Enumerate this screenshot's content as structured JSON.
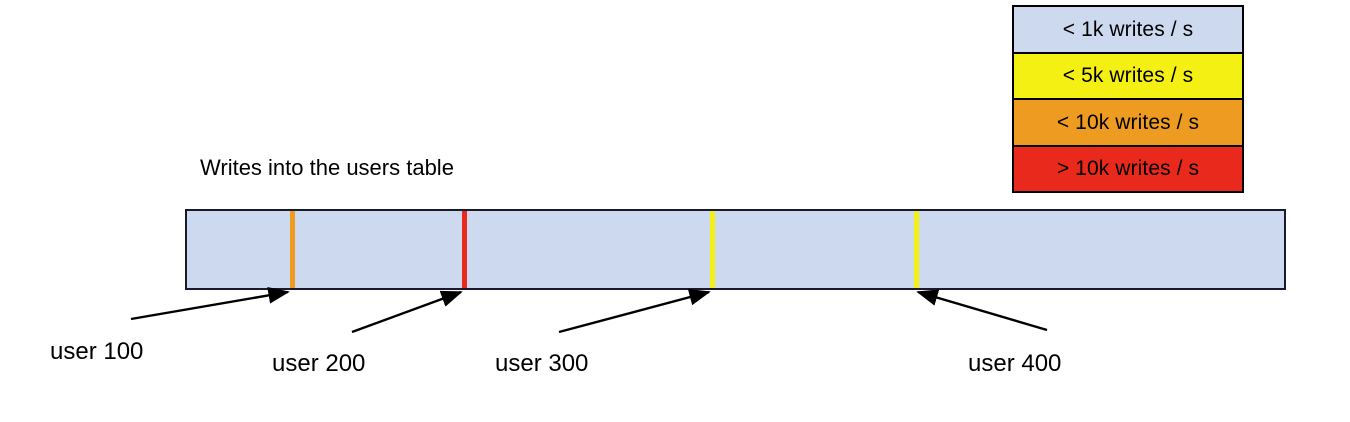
{
  "chart_data": {
    "type": "bar",
    "title": "Writes into the users table",
    "subtitle": "",
    "xlabel": "",
    "ylabel": "",
    "orientation": "horizontal",
    "description": "A single horizontal band representing the users table partitioned by user id, with coloured vertical stripes marking write-rate hotspots at specific user rows.",
    "base_color": "#ccd9ee",
    "base_category": "< 1k writes / s",
    "categories": [
      "user 100",
      "user 200",
      "user 300",
      "user 400"
    ],
    "values": [
      "< 10k writes / s",
      "> 10k writes / s",
      "< 5k writes / s",
      "< 5k writes / s"
    ],
    "markers": [
      {
        "label": "user 100",
        "position_pct": 9.6,
        "color": "#ed9b21",
        "category": "< 10k writes / s"
      },
      {
        "label": "user 200",
        "position_pct": 25.2,
        "color": "#e8291c",
        "category": "> 10k writes / s"
      },
      {
        "label": "user 300",
        "position_pct": 47.7,
        "color": "#f5f013",
        "category": "< 5k writes / s"
      },
      {
        "label": "user 400",
        "position_pct": 66.3,
        "color": "#f5f013",
        "category": "< 5k writes / s"
      }
    ],
    "legend_position": "top-right",
    "grid": false
  },
  "legend": {
    "title": "",
    "items": [
      {
        "label": "< 1k writes / s",
        "color": "#ccd9ee"
      },
      {
        "label": "< 5k writes / s",
        "color": "#f5f013"
      },
      {
        "label": "< 10k writes / s",
        "color": "#ed9b21"
      },
      {
        "label": "> 10k writes / s",
        "color": "#e8291c"
      }
    ]
  },
  "bar": {
    "title": "Writes into the users table",
    "fill_color": "#ccd9ee",
    "border_color": "#1a1a2e"
  },
  "labels": [
    {
      "text": "user 100"
    },
    {
      "text": "user 200"
    },
    {
      "text": "user 300"
    },
    {
      "text": "user 400"
    }
  ]
}
